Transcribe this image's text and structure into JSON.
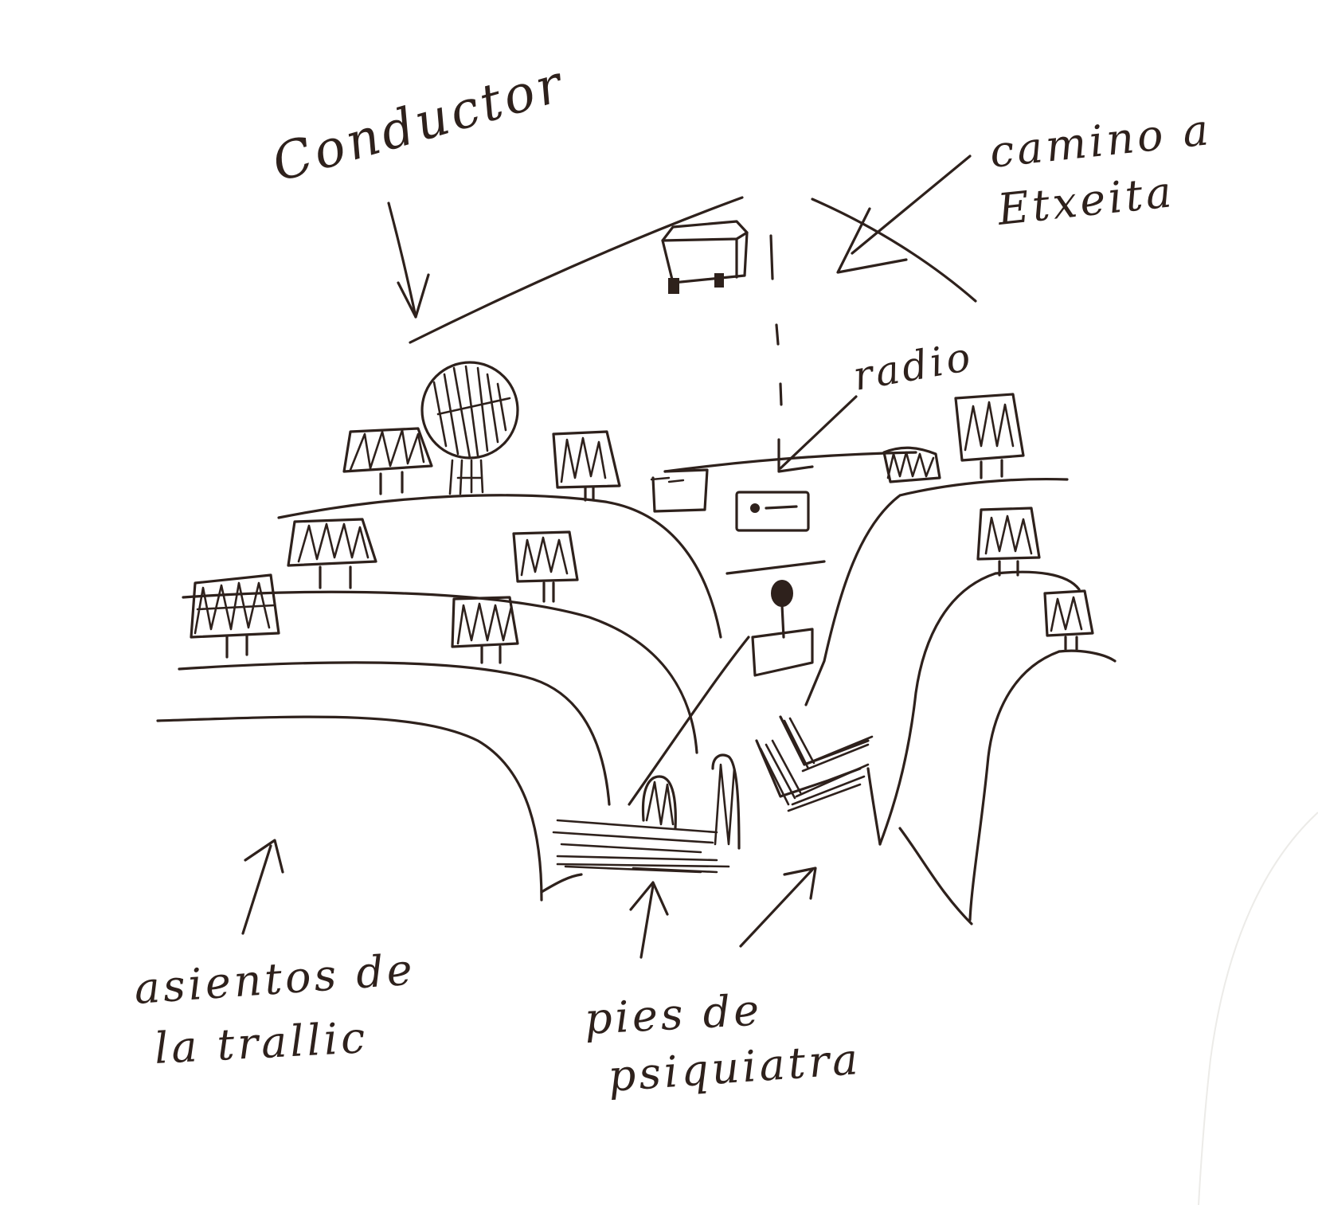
{
  "colors": {
    "paper": "#ffffff",
    "ink": "#2e211c"
  },
  "labels": {
    "conductor": "Conductor",
    "camino_line1": "camino a",
    "camino_line2": "Etxeita",
    "radio": "radio",
    "asientos_line1": "asientos de",
    "asientos_line2": "la trallic",
    "pies_line1": "pies de",
    "pies_line2": "psiquiatra"
  }
}
